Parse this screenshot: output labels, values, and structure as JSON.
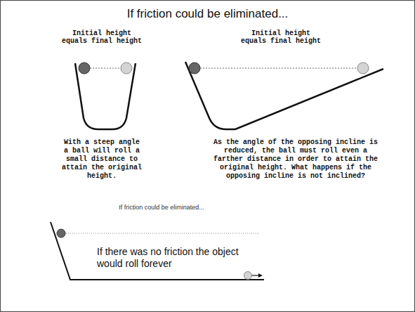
{
  "diagram": {
    "title": "If friction could be eliminated...",
    "labels": [
      "Initial height equals final height",
      "Initial height equals final height",
      "With a steep angle a ball will roll a small distance to attain the original height.",
      "As the angle of the opposing incline is reduced, the ball must roll even a farther distance in order to attain the original height. What happens if the opposing incline is not inclined?",
      "If friction could be eliminated...",
      "If there was no friction the object would roll forever"
    ]
  }
}
